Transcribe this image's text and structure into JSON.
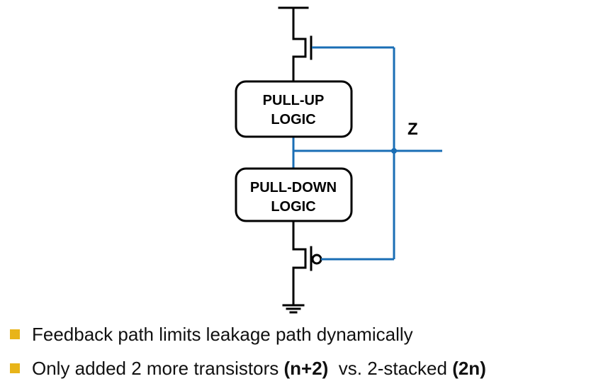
{
  "diagram": {
    "pullup_label_line1": "PULL-UP",
    "pullup_label_line2": "LOGIC",
    "pulldown_label_line1": "PULL-DOWN",
    "pulldown_label_line2": "LOGIC",
    "output_label": "Z"
  },
  "colors": {
    "wire": "#000000",
    "feedback": "#1a6eb5",
    "bullet": "#e8b419"
  },
  "bullets": [
    {
      "text": "Feedback path limits leakage path dynamically"
    },
    {
      "text_before": "Only added 2 more transistors ",
      "bold1": "(n+2)",
      "text_middle": "  vs. 2-stacked ",
      "bold2": "(2n)"
    }
  ]
}
